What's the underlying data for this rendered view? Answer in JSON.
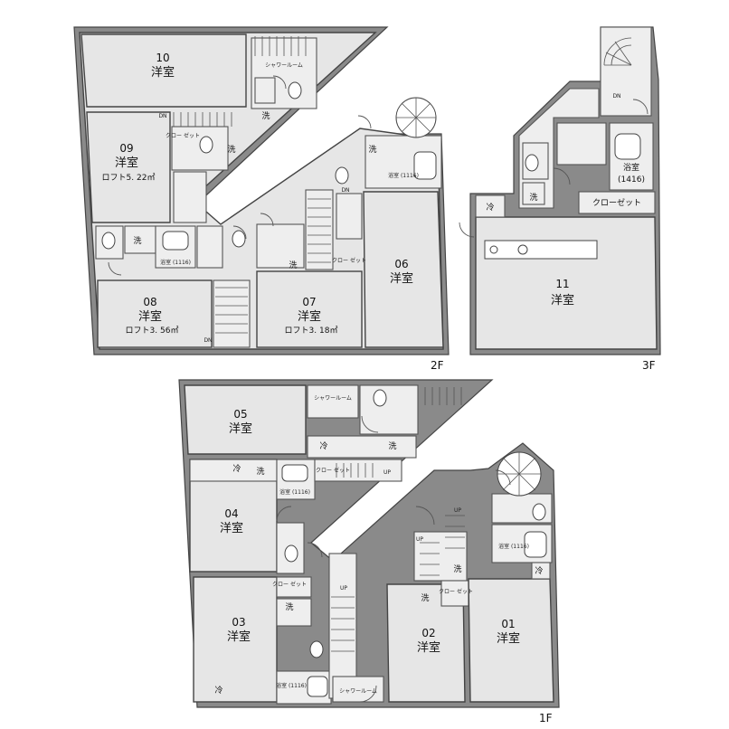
{
  "floors": {
    "f2": "2F",
    "f3": "3F",
    "f1": "1F"
  },
  "rooms": {
    "r10": {
      "num": "10",
      "type": "洋室"
    },
    "r09": {
      "num": "09",
      "type": "洋室",
      "loft": "ロフト5. 22㎡"
    },
    "r08": {
      "num": "08",
      "type": "洋室",
      "loft": "ロフト3. 56㎡"
    },
    "r07": {
      "num": "07",
      "type": "洋室",
      "loft": "ロフト3. 18㎡"
    },
    "r06": {
      "num": "06",
      "type": "洋室"
    },
    "r11": {
      "num": "11",
      "type": "洋室"
    },
    "r05": {
      "num": "05",
      "type": "洋室"
    },
    "r04": {
      "num": "04",
      "type": "洋室"
    },
    "r03": {
      "num": "03",
      "type": "洋室"
    },
    "r02": {
      "num": "02",
      "type": "洋室"
    },
    "r01": {
      "num": "01",
      "type": "洋室"
    }
  },
  "labels": {
    "wash": "洗",
    "fridge": "冷",
    "closet_small": "クロー ゼット",
    "closet": "クローゼット",
    "bath": "浴室",
    "bath_size": "(1416)",
    "bath_small": "浴室 (1116)",
    "shower": "シャワールーム",
    "dn": "DN",
    "up": "UP"
  }
}
